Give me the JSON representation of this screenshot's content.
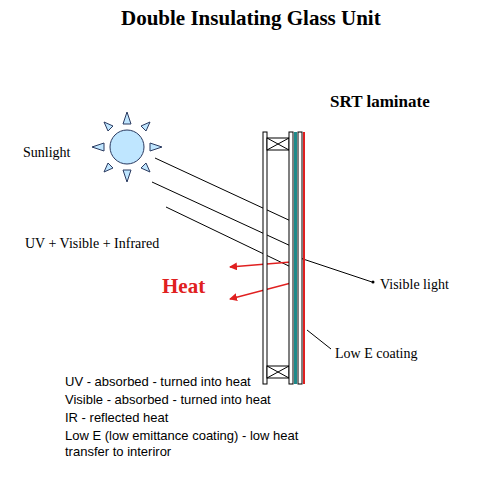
{
  "diagram": {
    "title": "Double Insulating Glass Unit",
    "labels": [
      "SRT laminate",
      "Sunlight",
      "UV + Visible + Infrared",
      "Heat",
      "Visible light",
      "Low E coating",
      "UV - absorbed - turned into heat",
      "Visible - absorbed - turned into heat",
      "IR - reflected heat",
      "Low E (low emittance coating) - low heat transfer to interiror"
    ]
  }
}
